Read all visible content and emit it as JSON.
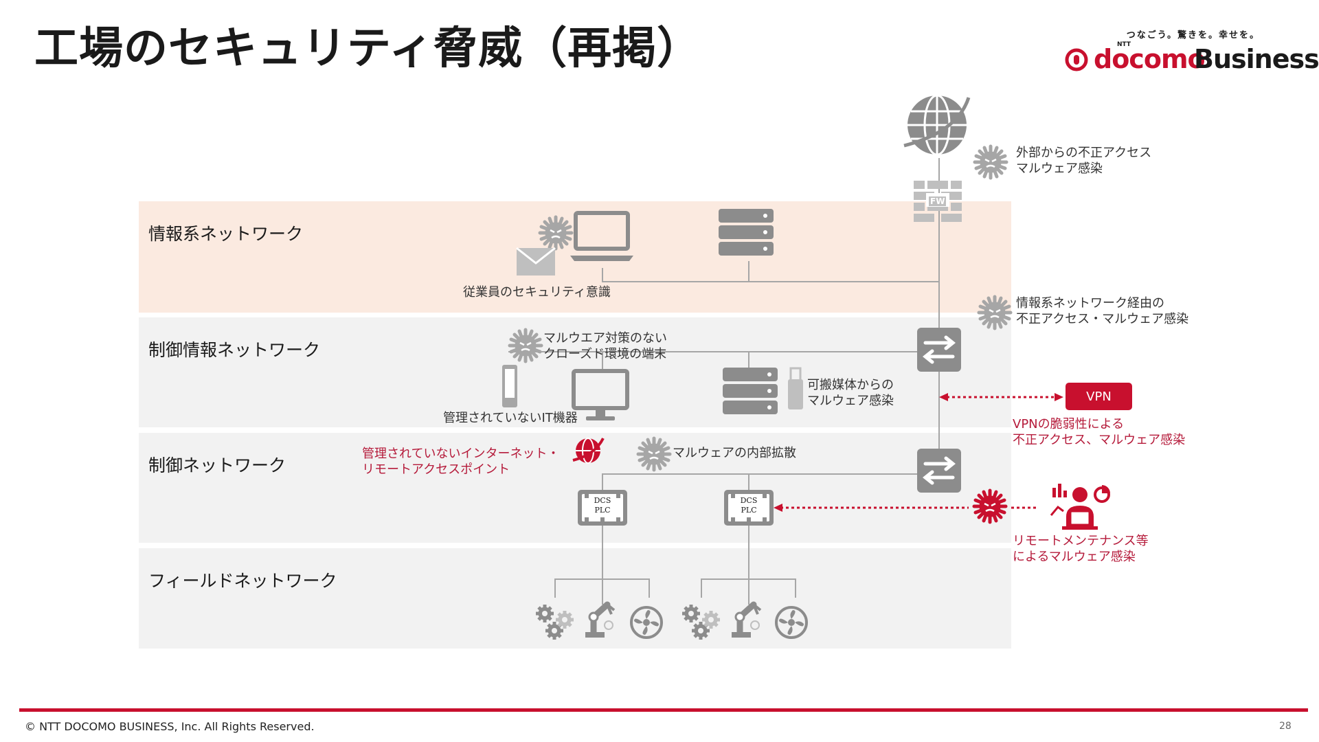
{
  "title": "工場のセキュリティ脅威（再掲）",
  "brand": {
    "tagline": "つなごう。驚きを。幸せを。",
    "ntt": "NTT",
    "name_red": "docomo",
    "name_dark": "Business"
  },
  "bands": [
    {
      "label": "情報系ネットワーク",
      "color": "#fbeae0"
    },
    {
      "label": "制御情報ネットワーク",
      "color": "#f2f2f2"
    },
    {
      "label": "制御ネットワーク",
      "color": "#f2f2f2"
    },
    {
      "label": "フィールドネットワーク",
      "color": "#f2f2f2"
    }
  ],
  "labels": {
    "external": "外部からの不正アクセス\nマルウェア感染",
    "fw": "FW",
    "employee": "従業員のセキュリティ意識",
    "via_info": "情報系ネットワーク経由の\n不正アクセス・マルウェア感染",
    "closed_env": "マルウエア対策のない\nクローズド環境の端末",
    "removable": "可搬媒体からの\nマルウェア感染",
    "unmanaged_it": "管理されていないIT機器",
    "vpn": "VPN",
    "vpn_vuln": "VPNの脆弱性による\n不正アクセス、マルウェア感染",
    "unmanaged_ap": "管理されていないインターネット・\nリモートアクセスポイント",
    "internal_spread": "マルウェアの内部拡散",
    "plc1": "DCS\nPLC",
    "plc2": "DCS\nPLC",
    "remote_maint": "リモートメンテナンス等\nによるマルウェア感染"
  },
  "footer": {
    "copyright": "© NTT DOCOMO BUSINESS, Inc. All Rights Reserved.",
    "page": "28"
  },
  "colors": {
    "accent": "#c8102e",
    "icon": "#8c8c8c",
    "threat_gray": "#a6a6a6"
  },
  "icons": [
    "globe-icon",
    "firewall-icon",
    "laptop-icon",
    "mail-icon",
    "server-icon",
    "switch-icon",
    "router-icon",
    "monitor-icon",
    "usb-icon",
    "plc-icon",
    "gear-icon",
    "robot-arm-icon",
    "fan-icon",
    "virus-icon",
    "remote-worker-icon"
  ]
}
